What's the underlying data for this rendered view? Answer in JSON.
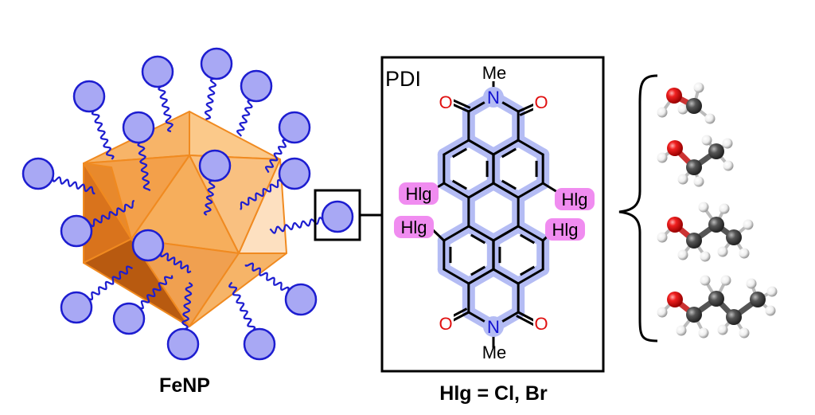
{
  "labels": {
    "nanoparticle": "FeNP",
    "molecule": "PDI",
    "halogen_note": "Hlg = Cl, Br",
    "methyl_top": "Me",
    "methyl_bottom": "Me",
    "nitrogen": "N",
    "oxygen": "O",
    "halogen": "Hlg"
  },
  "solvents": [
    "methanol",
    "ethanol",
    "propanol",
    "butanol"
  ],
  "colors": {
    "ligand_fill": "#a8a8f4",
    "ligand_stroke": "#1d1dd0",
    "particle": "#f5a54a",
    "halo": "#b4bcf4",
    "halogen_bg": "#f08cf0",
    "oxygen": "#e01010",
    "nitrogen": "#1010d0"
  }
}
